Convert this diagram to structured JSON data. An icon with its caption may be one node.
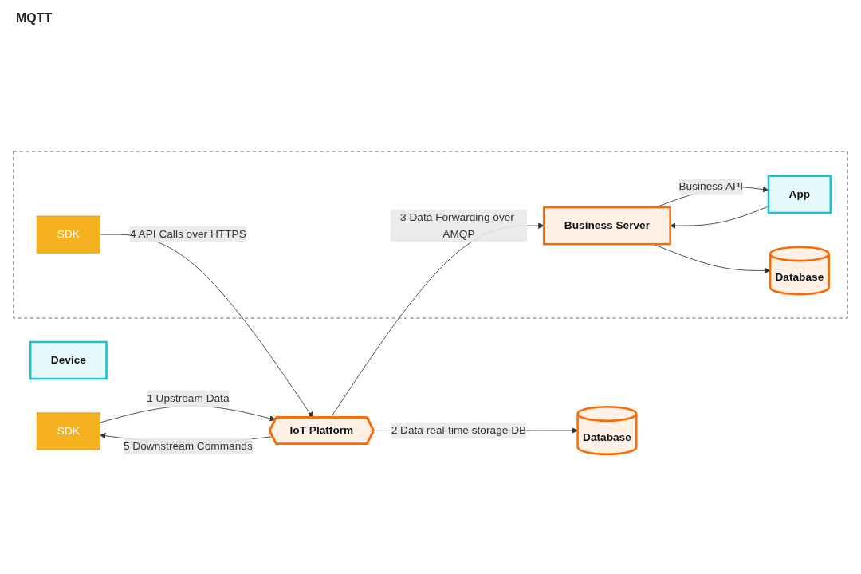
{
  "diagram": {
    "nodes": [
      {
        "text": [
          "Device"
        ]
      },
      {
        "text": [
          "SDK"
        ]
      },
      {
        "text": [
          "IoT Platform"
        ]
      },
      {
        "text": [
          "Database"
        ]
      },
      {
        "text": [],
        "shape": "box"
      },
      {
        "text": [
          "SDK"
        ],
        "in": 4
      },
      {
        "text": [
          "Business Server"
        ],
        "in": 4
      },
      {
        "text": [
          "App"
        ],
        "in": 4
      },
      {
        "text": [
          "Database"
        ],
        "in": 4
      }
    ],
    "edges": [
      {
        "from": 1,
        "to": 2,
        "arrow": "to",
        "label": "1 Upstream Data"
      },
      {
        "from": 2,
        "to": 1,
        "arrow": "to",
        "label": "5 Downstream Commands"
      },
      {
        "from": 2,
        "to": 6,
        "arrow": "to",
        "label": "3 Data Forwarding over AMQP"
      },
      {
        "from": 5,
        "to": 2,
        "arrow": "to",
        "label": "4 API Calls over HTTPS"
      },
      {
        "from": 2,
        "to": 3,
        "arrow": "to",
        "label": "2 Data real-time storage DB"
      },
      {
        "from": 6,
        "to": 7,
        "arrow": "to",
        "label": "Business API"
      },
      {
        "from": 7,
        "to": 6,
        "arrow": "to"
      },
      {
        "from": 6,
        "to": 8,
        "arrow": "to"
      }
    ],
    "labels": [
      "MQTT"
    ]
  }
}
